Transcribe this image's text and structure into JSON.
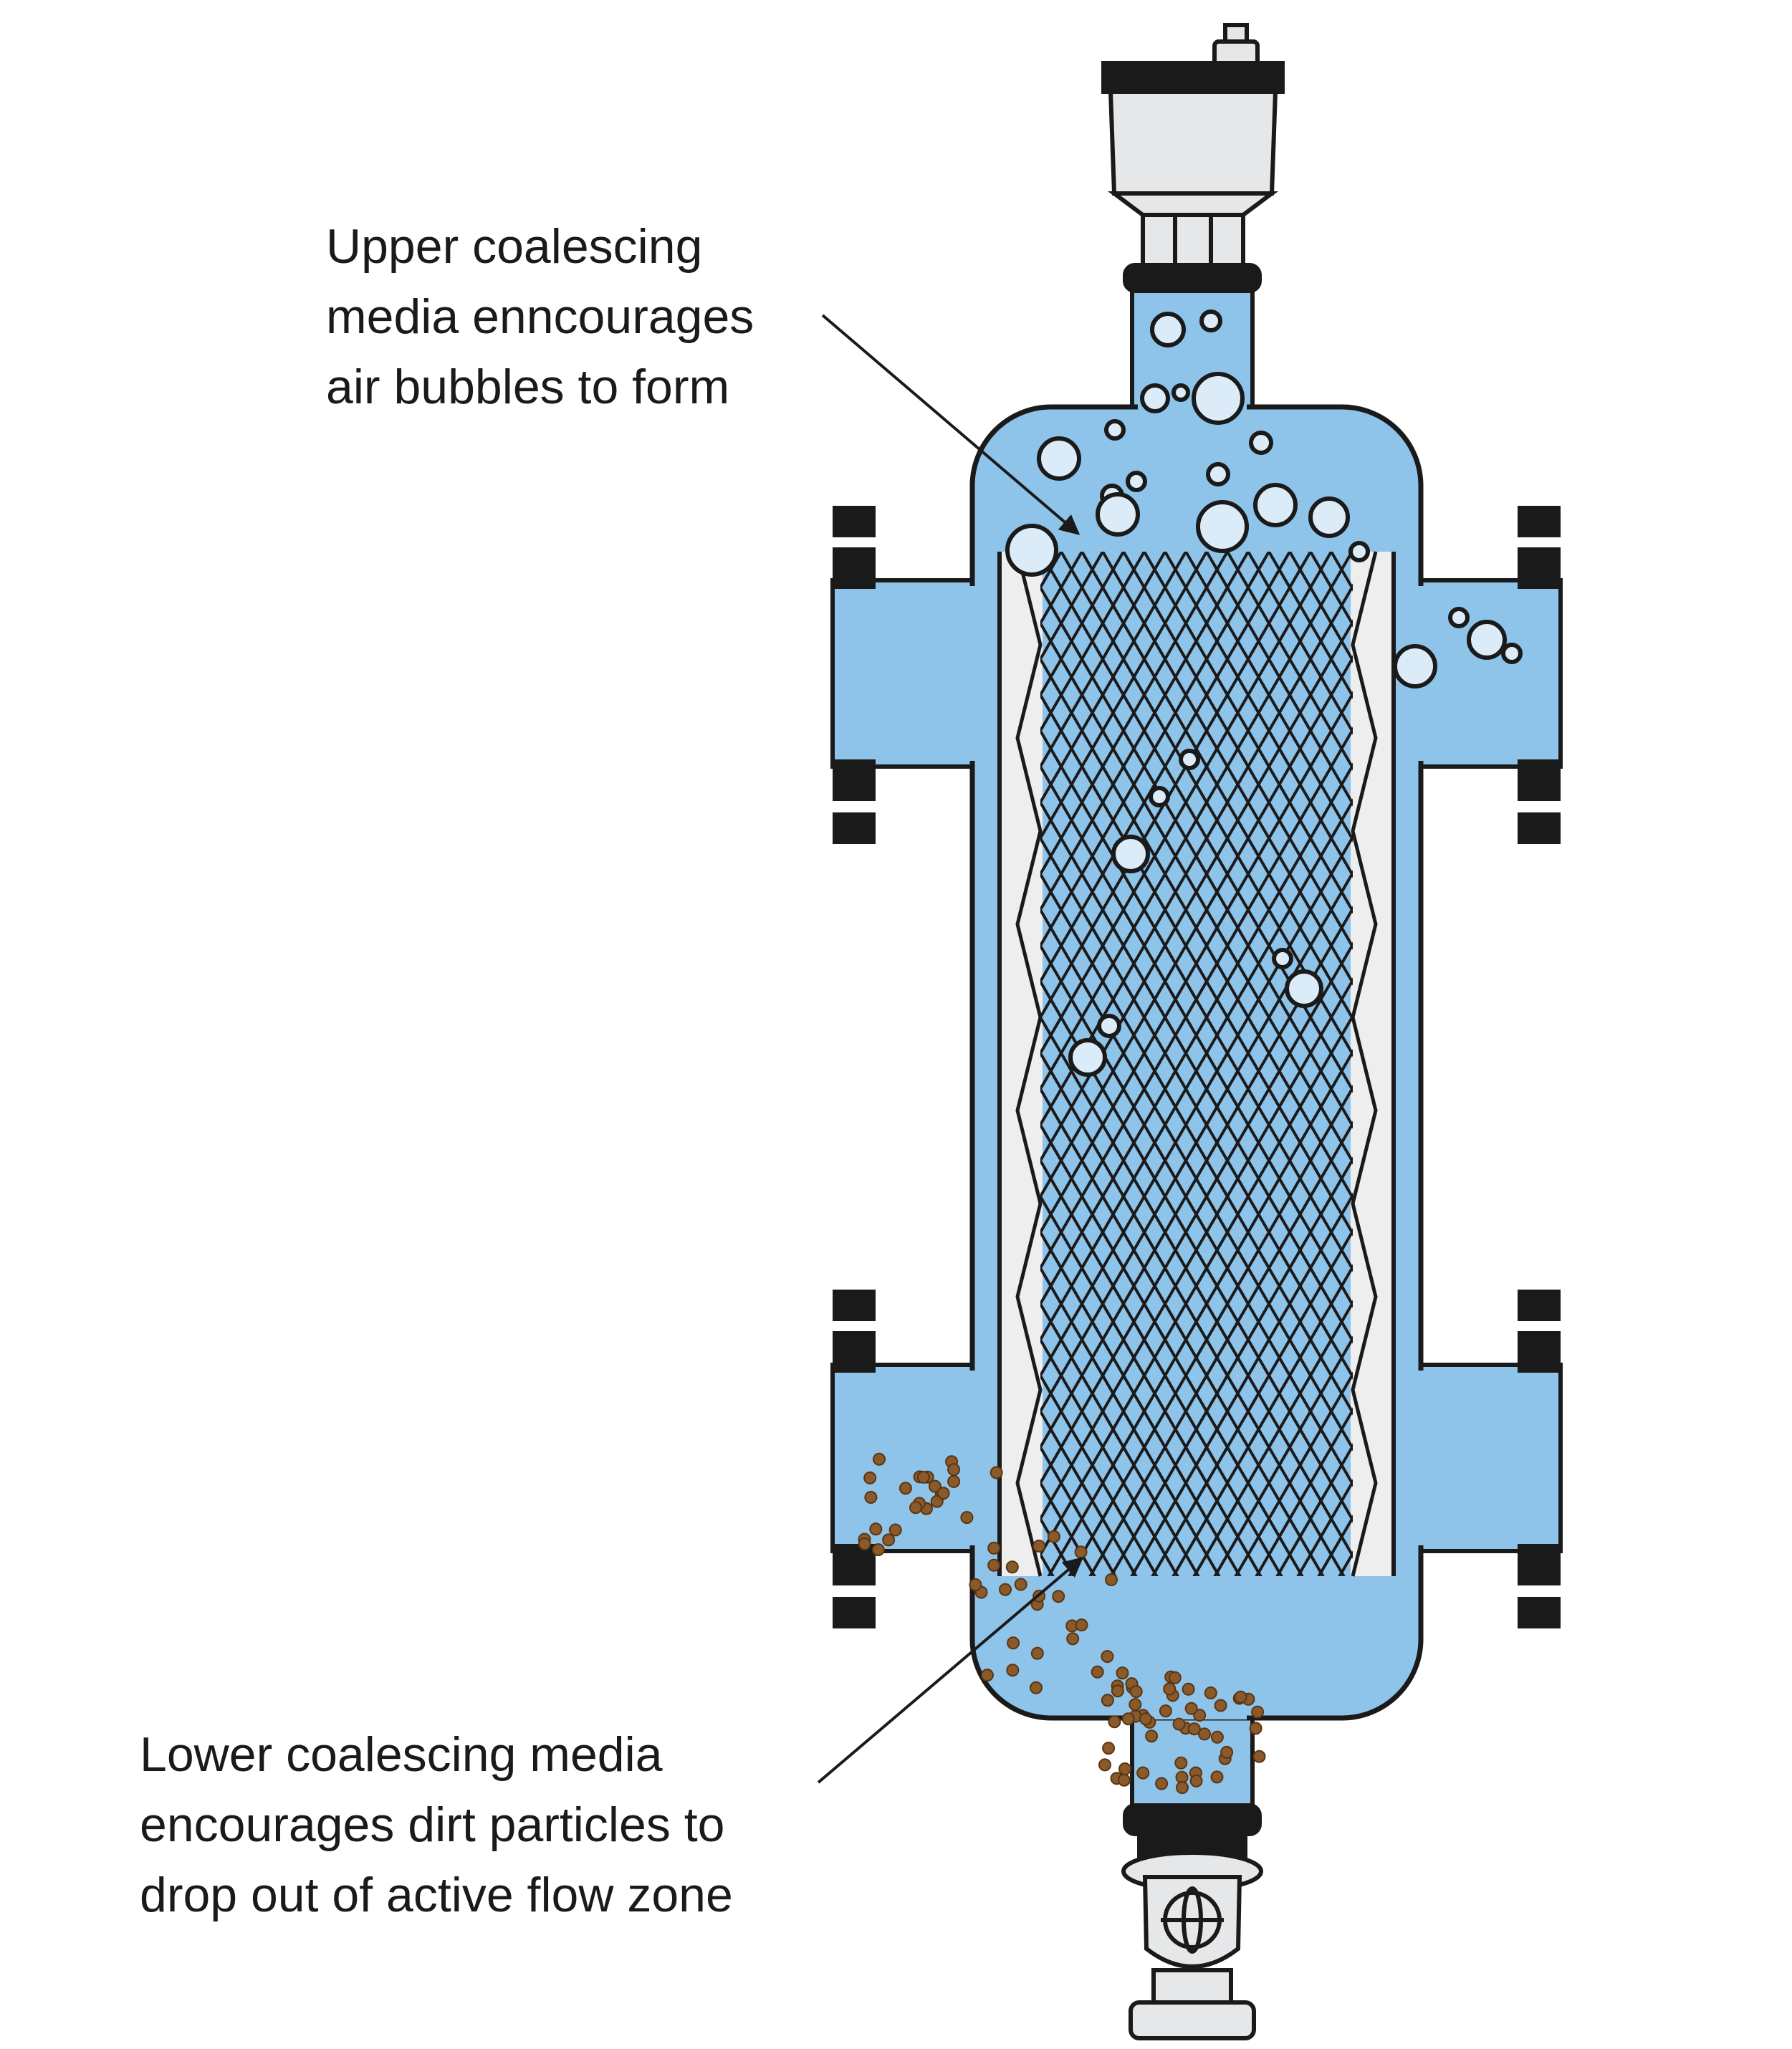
{
  "annotations": {
    "upper": {
      "lines": [
        "Upper coalescing",
        "media enncourages",
        "air bubbles to form"
      ]
    },
    "lower": {
      "lines": [
        "Lower coalescing media",
        "encourages dirt particles to",
        "drop out of active flow zone"
      ]
    }
  },
  "colors": {
    "water": "#8ec3ea",
    "outline": "#1a1a1a",
    "fitting": "#e6e7e8",
    "bubble": "#dcebf8",
    "dirt": "#8a5a2b",
    "dirt_outline": "#5a3512",
    "media_edge": "#eeeeee"
  }
}
